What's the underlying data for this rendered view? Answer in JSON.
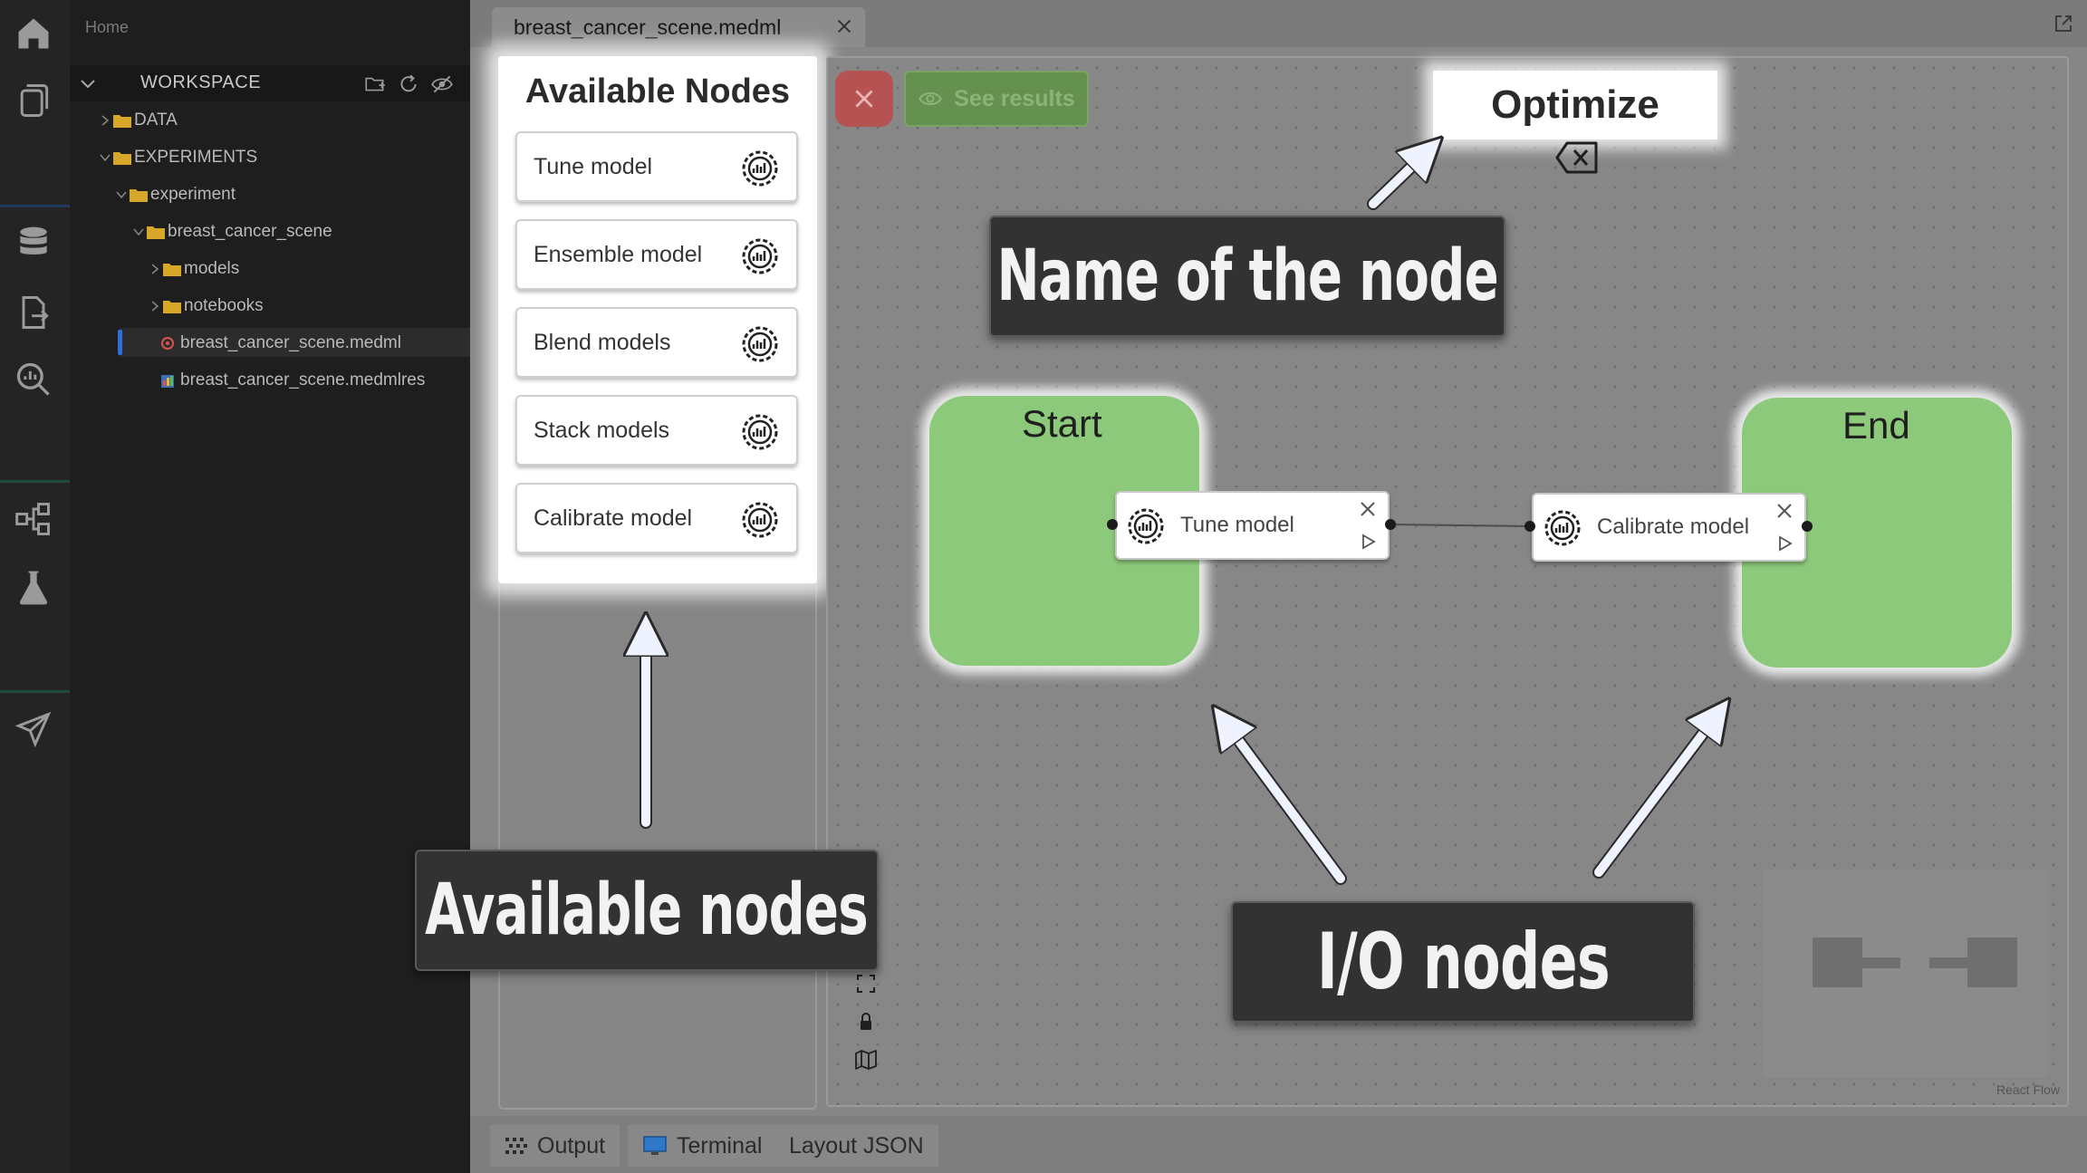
{
  "sidebar": {
    "home_label": "Home",
    "workspace_title": "WORKSPACE",
    "tree": [
      {
        "label": "DATA",
        "kind": "folder",
        "expanded": false
      },
      {
        "label": "EXPERIMENTS",
        "kind": "folder",
        "expanded": true
      },
      {
        "label": "experiment",
        "kind": "folder",
        "expanded": true
      },
      {
        "label": "breast_cancer_scene",
        "kind": "folder",
        "expanded": true
      },
      {
        "label": "models",
        "kind": "folder",
        "expanded": false
      },
      {
        "label": "notebooks",
        "kind": "folder",
        "expanded": false
      },
      {
        "label": "breast_cancer_scene.medml",
        "kind": "file",
        "selected": true
      },
      {
        "label": "breast_cancer_scene.medmlres",
        "kind": "file"
      }
    ]
  },
  "editor": {
    "tab_title": "breast_cancer_scene.medml"
  },
  "palette": {
    "title": "Available Nodes",
    "items": [
      "Tune model",
      "Ensemble model",
      "Blend models",
      "Stack models",
      "Calibrate model"
    ]
  },
  "canvas": {
    "see_results_label": "See results",
    "group_title": "Optimize",
    "start_label": "Start",
    "end_label": "End",
    "nodes": [
      {
        "label": "Tune model"
      },
      {
        "label": "Calibrate model"
      }
    ],
    "attribution": "React Flow"
  },
  "annotations": {
    "name_of_node": "Name of the node",
    "available_nodes": "Available nodes",
    "io_nodes": "I/O nodes"
  },
  "bottom_tabs": [
    "Output",
    "Terminal",
    "Layout JSON"
  ],
  "colors": {
    "io_node_green": "#8cc97a",
    "close_button_red": "#b55252",
    "see_results_green": "#64914f",
    "annotation_dark": "#323232",
    "selection_blue": "#2f6fd8"
  }
}
